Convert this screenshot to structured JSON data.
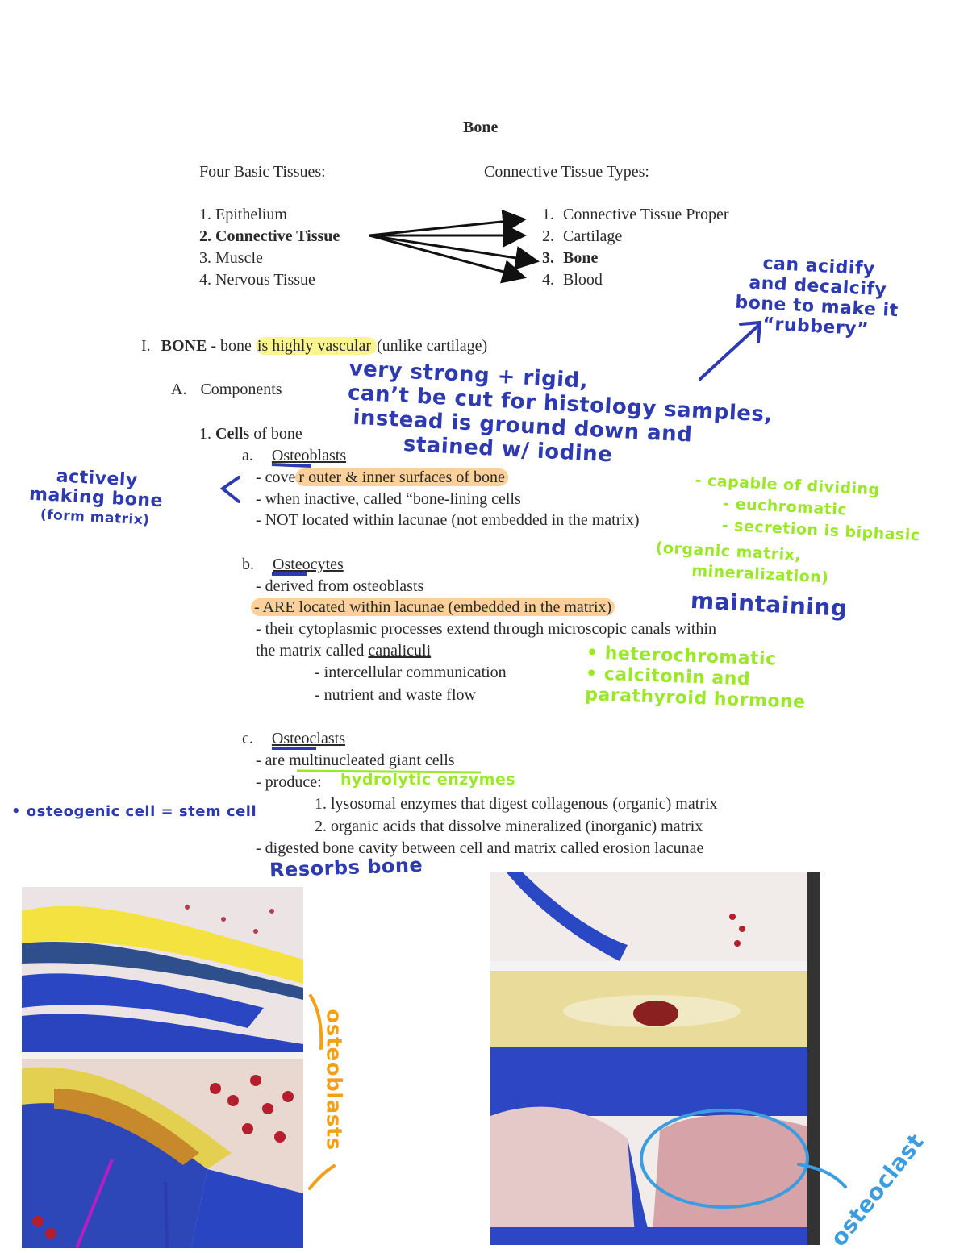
{
  "title": "Bone",
  "four_basic_tissues": {
    "header": "Four Basic Tissues:",
    "items": [
      {
        "num": "1.",
        "label": "Epithelium",
        "bold": false
      },
      {
        "num": "2.",
        "label": "Connective Tissue",
        "bold": true
      },
      {
        "num": "3.",
        "label": "Muscle",
        "bold": false
      },
      {
        "num": "4.",
        "label": "Nervous Tissue",
        "bold": false
      }
    ]
  },
  "connective_tissue_types": {
    "header": "Connective Tissue Types:",
    "items": [
      {
        "num": "1.",
        "label": "Connective Tissue Proper",
        "bold": false
      },
      {
        "num": "2.",
        "label": "Cartilage",
        "bold": false
      },
      {
        "num": "3.",
        "label": "Bone",
        "bold": true
      },
      {
        "num": "4.",
        "label": "Blood",
        "bold": false
      }
    ]
  },
  "section_one": {
    "numeral": "I.",
    "heading": "BONE",
    "pre": " - bone ",
    "highlight": "is highly vascular ",
    "post": "(unlike cartilage)"
  },
  "components": {
    "letter": "A.",
    "label": "Components"
  },
  "cells": {
    "num": "1.",
    "bold": "Cells",
    "rest": " of bone"
  },
  "osteoblasts": {
    "letter": "a.",
    "name": "Osteoblasts",
    "line1_pre": "- cove",
    "line1_hl": "r outer & inner surfaces of bone",
    "line2": "- when inactive, called “bone-lining cells",
    "line3": "- NOT located within lacunae (not embedded in the matrix)"
  },
  "osteocytes": {
    "letter": "b.",
    "name": "Osteocytes",
    "line1": "- derived from osteoblasts",
    "line2": "- ARE located within lacunae (embedded in the matrix)",
    "line3": "- their cytoplasmic processes extend through microscopic canals within",
    "line4_pre": "the matrix called ",
    "line4_u": "canaliculi",
    "sub1": "- intercellular communication",
    "sub2": "- nutrient and waste flow"
  },
  "osteoclasts": {
    "letter": "c.",
    "name": "Osteoclasts",
    "line1": "- are multinucleated giant cells",
    "line2": "- produce:",
    "sub1": "1. lysosomal enzymes that digest collagenous (organic) matrix",
    "sub2": "2. organic acids that dissolve mineralized (inorganic) matrix",
    "line3": "- digested bone cavity between cell and matrix called erosion lacunae"
  },
  "annotations": {
    "acid": [
      "can acidify",
      "and decalcify",
      "bone to make it",
      "“rubbery”"
    ],
    "strong": [
      "very strong + rigid,",
      "can’t be cut for histology samples,",
      "instead is ground down and",
      "stained w/ iodine"
    ],
    "actively": [
      "actively",
      "making bone",
      "(form matrix)"
    ],
    "osteoblast_notes": [
      "- capable of dividing",
      "- euchromatic",
      "- secretion is biphasic",
      "(organic matrix,",
      "mineralization)"
    ],
    "maintaining": "maintaining",
    "osteocyte_notes": [
      "• heterochromatic",
      "• calcitonin and",
      "parathyroid hormone"
    ],
    "hydrolytic": "hydrolytic enzymes",
    "osteogenic": "• osteogenic cell = stem cell",
    "resorbs": "Resorbs bone",
    "osteoblasts_label": "osteoblasts",
    "osteoclast_label": "osteoclast"
  },
  "colors": {
    "navy_ink": "#2d3ab0",
    "lime_ink": "#9be82a",
    "blue_ink": "#3b9ce0",
    "orange_ink": "#f2a01a",
    "highlight_yellow": "#fbf58f",
    "highlight_orange": "#fcd09a"
  }
}
